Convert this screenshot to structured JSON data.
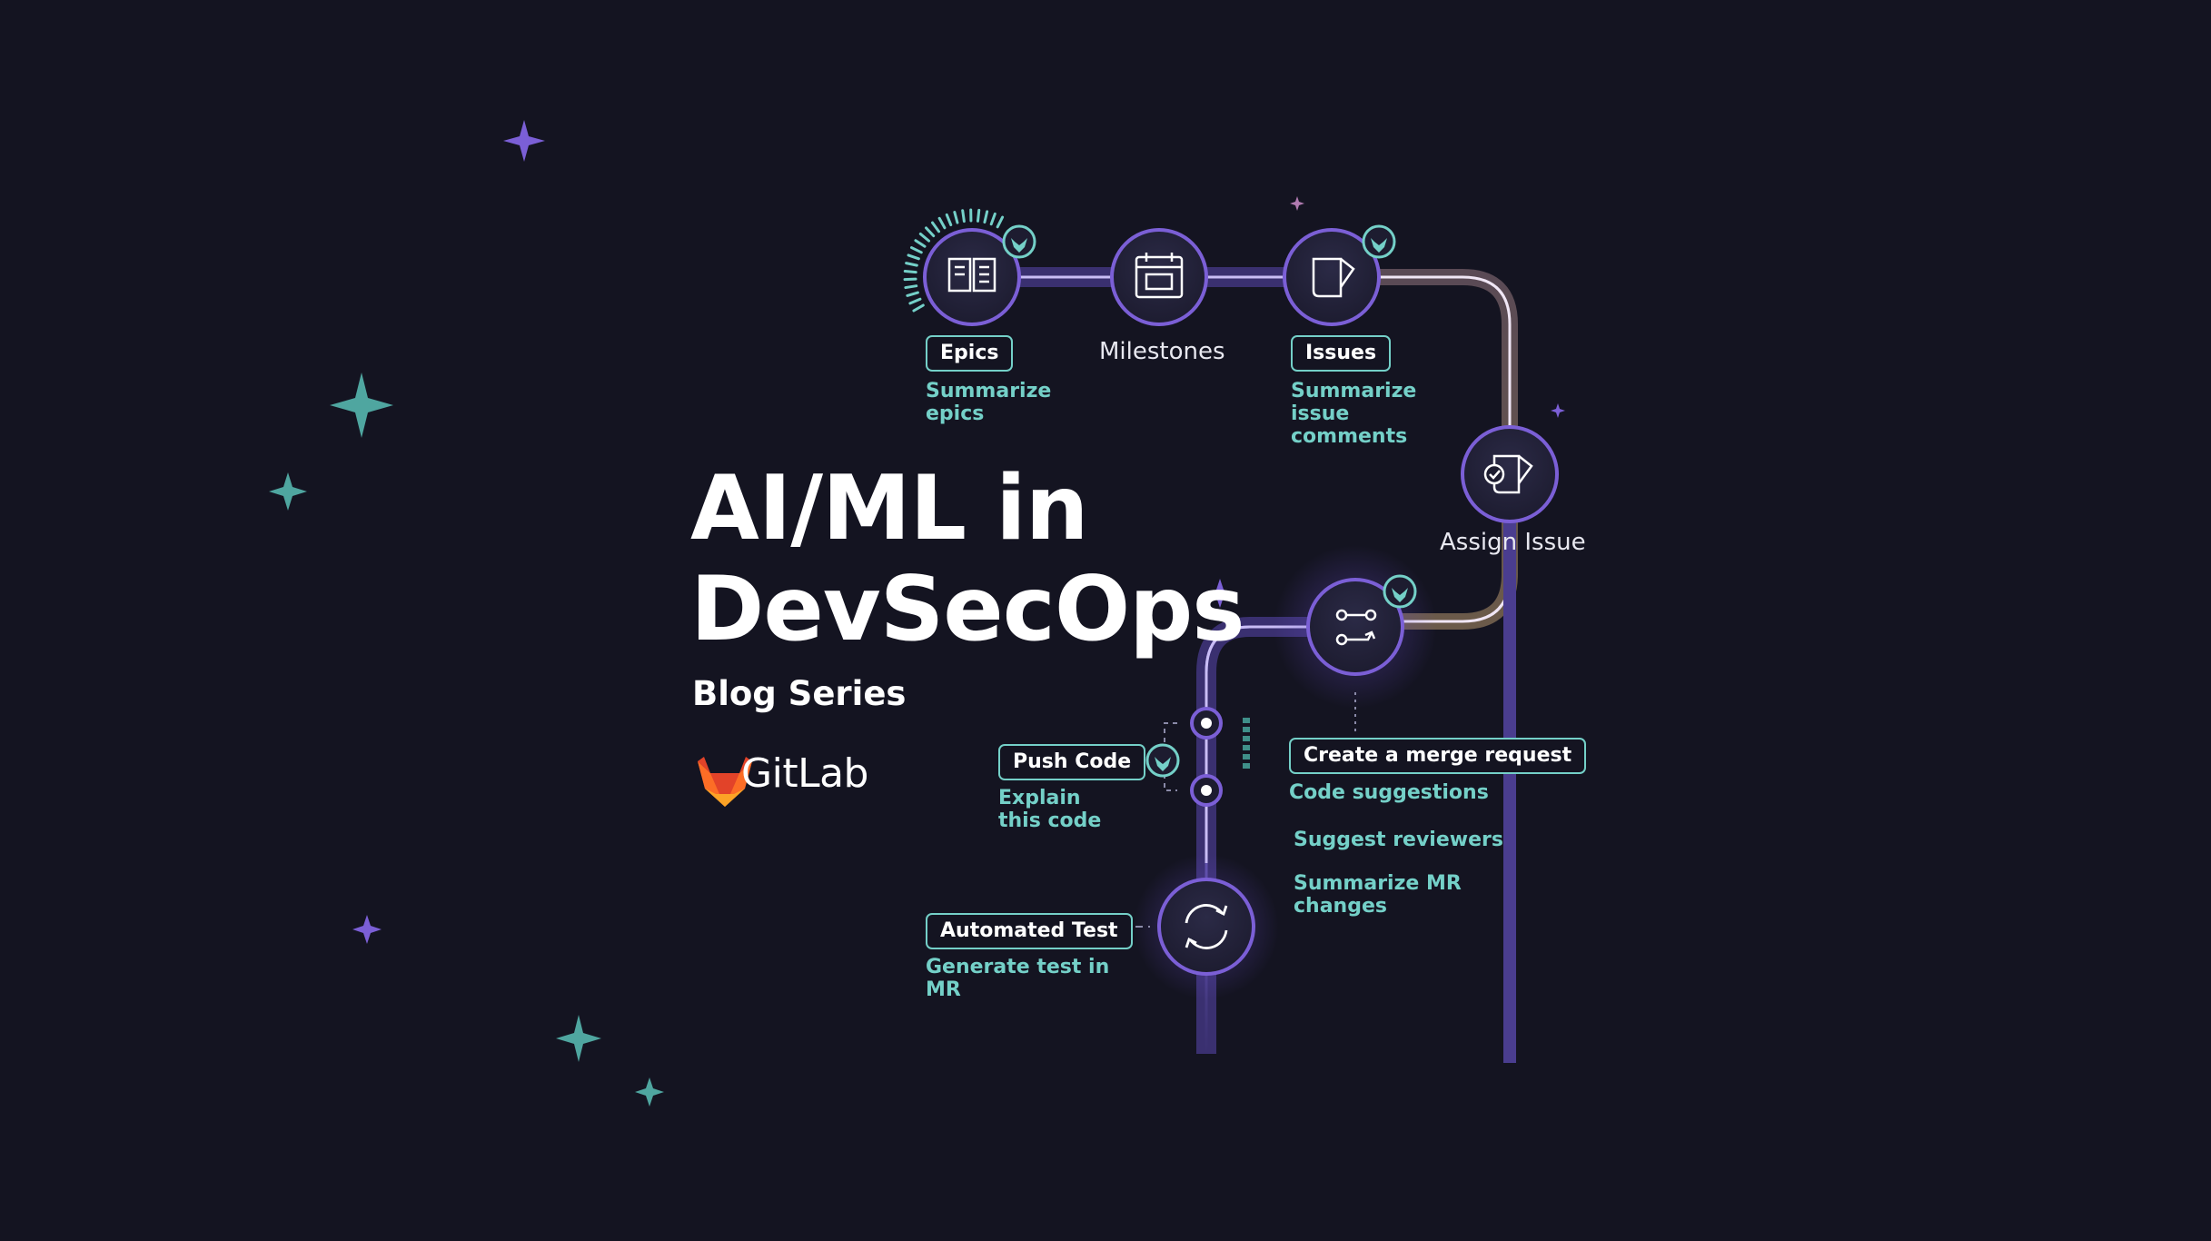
{
  "header": {
    "title_line1": "AI/ML in",
    "title_line2": "DevSecOps",
    "subtitle": "Blog Series",
    "brand": "GitLab"
  },
  "stages": {
    "epics": {
      "label": "Epics",
      "ai": "Summarize epics"
    },
    "milestones": {
      "label": "Milestones"
    },
    "issues": {
      "label": "Issues",
      "ai": "Summarize issue comments"
    },
    "assign_issue": {
      "label": "Assign Issue"
    },
    "merge_request": {
      "label": "Create a merge request",
      "ai_1": "Code suggestions",
      "ai_2": "Suggest reviewers",
      "ai_3": "Summarize MR changes"
    },
    "push_code": {
      "label": "Push Code",
      "ai": "Explain this code"
    },
    "automated_test": {
      "label": "Automated Test",
      "ai": "Generate test in MR"
    }
  },
  "colors": {
    "background": "#141421",
    "accent_teal": "#74d0c8",
    "accent_purple": "#7b5fd6",
    "gitlab_orange": "#fc6d26"
  },
  "icons": {
    "epics": "open-book-icon",
    "milestones": "calendar-icon",
    "issues": "issue-note-icon",
    "assign_issue": "assigned-issue-icon",
    "merge_request": "merge-request-icon",
    "push_code": "commit-icon",
    "automated_test": "refresh-icon",
    "ai_badge": "tanuki-badge-icon",
    "brand": "gitlab-tanuki-icon"
  }
}
